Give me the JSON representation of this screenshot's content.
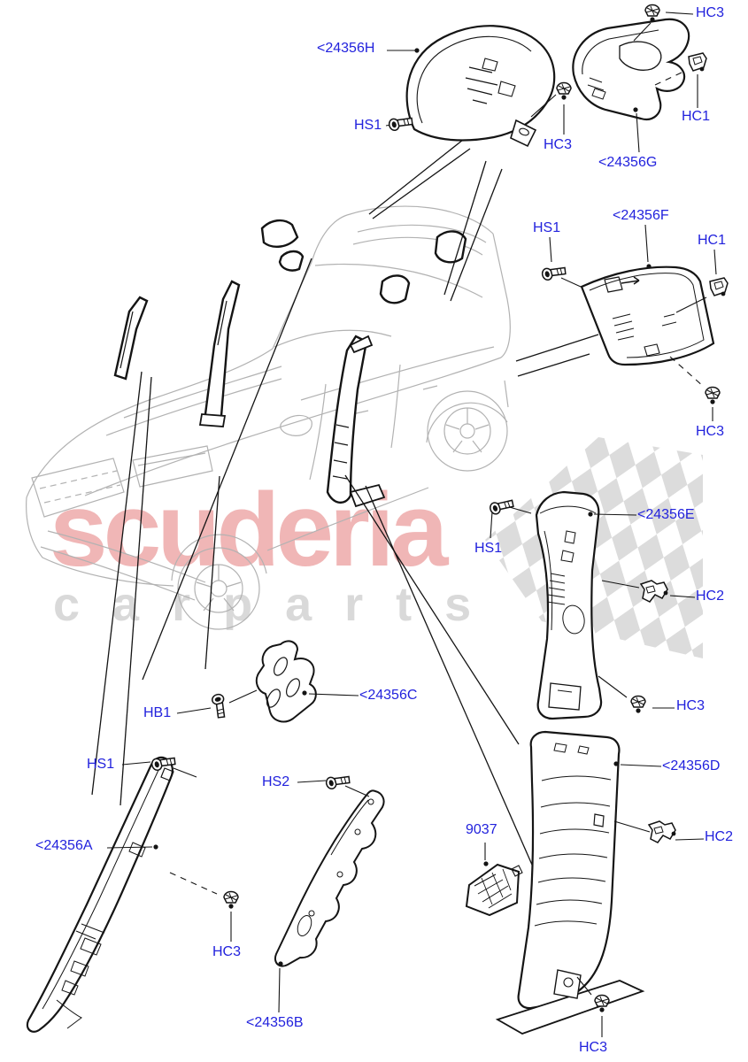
{
  "diagram_title": "Pillar trim parts diagram",
  "watermark": {
    "line1": "scuderia",
    "line2": "c a r   p a r t s"
  },
  "colors": {
    "label_blue": "#2222dd",
    "line_black": "#141414",
    "car_gray": "#b2b2b2",
    "watermark_pink": "#f0b6b6",
    "watermark_gray": "#d9d9d9",
    "checker_gray": "#dcdcdc"
  },
  "labels": [
    {
      "name": "part-24356H",
      "text": "<24356H"
    },
    {
      "name": "hs1-top",
      "text": "HS1"
    },
    {
      "name": "hc3-top",
      "text": "HC3"
    },
    {
      "name": "hc3-top-right",
      "text": "HC3"
    },
    {
      "name": "part-24356G",
      "text": "<24356G"
    },
    {
      "name": "hc1-top",
      "text": "HC1"
    },
    {
      "name": "hs1-f",
      "text": "HS1"
    },
    {
      "name": "part-24356F",
      "text": "<24356F"
    },
    {
      "name": "hc1-f",
      "text": "HC1"
    },
    {
      "name": "hc3-f",
      "text": "HC3"
    },
    {
      "name": "hs1-e",
      "text": "HS1"
    },
    {
      "name": "part-24356E",
      "text": "<24356E"
    },
    {
      "name": "hc2-e",
      "text": "HC2"
    },
    {
      "name": "hc3-e",
      "text": "HC3"
    },
    {
      "name": "hb1",
      "text": "HB1"
    },
    {
      "name": "part-24356C",
      "text": "<24356C"
    },
    {
      "name": "hs1-a",
      "text": "HS1"
    },
    {
      "name": "part-24356A",
      "text": "<24356A"
    },
    {
      "name": "hs2",
      "text": "HS2"
    },
    {
      "name": "hc3-a",
      "text": "HC3"
    },
    {
      "name": "part-24356B",
      "text": "<24356B"
    },
    {
      "name": "part-9037",
      "text": "9037"
    },
    {
      "name": "part-24356D",
      "text": "<24356D"
    },
    {
      "name": "hc2-d",
      "text": "HC2"
    },
    {
      "name": "hc3-d",
      "text": "HC3"
    }
  ]
}
